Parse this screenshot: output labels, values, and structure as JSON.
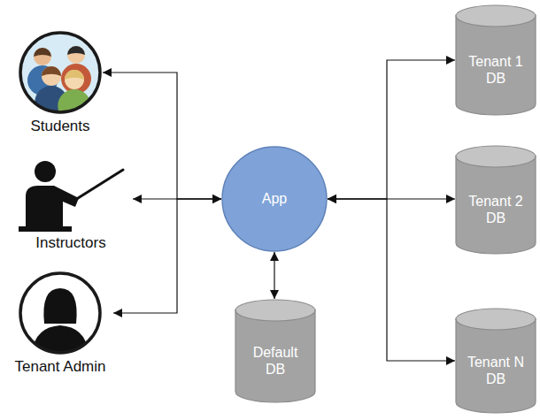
{
  "diagram": {
    "nodes": [
      {
        "text": [
          "Students"
        ]
      },
      {
        "text": [
          "Instructors"
        ]
      },
      {
        "text": [
          "Tenant Admin"
        ]
      },
      {
        "text": [
          "App"
        ]
      },
      {
        "text": [
          "Default DB"
        ]
      },
      {
        "text": [
          "Tenant 1 DB"
        ]
      },
      {
        "text": [
          "Tenant 2 DB"
        ]
      },
      {
        "text": [
          "Tenant N DB"
        ]
      }
    ],
    "edges": [
      {
        "from": 3,
        "to": 0,
        "arrow": "both"
      },
      {
        "from": 3,
        "to": 1,
        "arrow": "both"
      },
      {
        "from": 3,
        "to": 2,
        "arrow": "both"
      },
      {
        "from": 3,
        "to": 4,
        "arrow": "both"
      },
      {
        "from": 3,
        "to": 5,
        "arrow": "both"
      },
      {
        "from": 3,
        "to": 6,
        "arrow": "both"
      },
      {
        "from": 3,
        "to": 7,
        "arrow": "both"
      }
    ]
  }
}
